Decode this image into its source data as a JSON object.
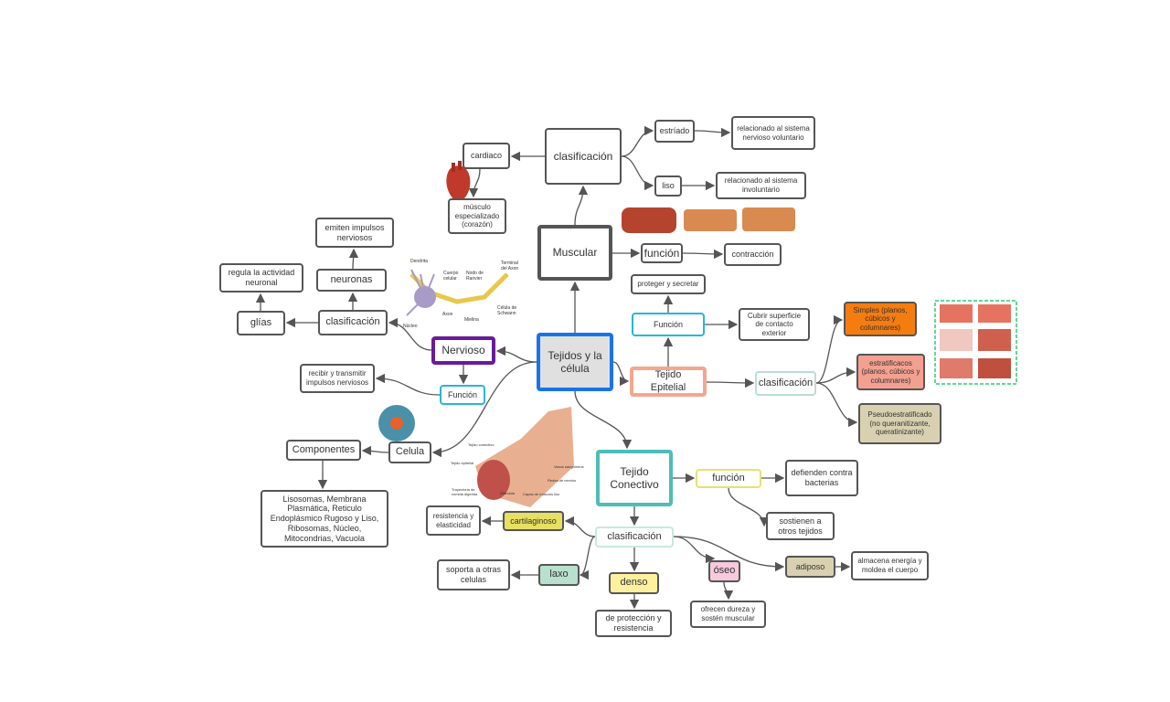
{
  "nodes": {
    "central": "Tejidos y la célula",
    "muscular": "Muscular",
    "clas_m": "clasificación",
    "cardiaco": "cardiaco",
    "musculo_esp": "músculo especializado (corazón)",
    "estriado": "estríado",
    "rel_vol": "relacionado al sistema nervioso voluntario",
    "liso": "liso",
    "rel_inv": "relacionado al sistema involuntario",
    "funcion_m": "función",
    "contraccion": "contracción",
    "nervioso": "Nervioso",
    "funcion_n": "Función",
    "recibir": "recibir y transmitir impulsos nerviosos",
    "clas_n": "clasificación",
    "glias": "glías",
    "regula": "regula la actividad neuronal",
    "neuronas": "neuronas",
    "emiten": "emiten impulsos nerviosos",
    "epitelial": "Tejido Epitelial",
    "funcion_e": "Función",
    "proteger": "proteger y secretar",
    "cubrir": "Cubrir superficie de contacto exterior",
    "clas_e": "clasificación",
    "simples": "Simples (planos, cúbicos y columnares)",
    "estrat": "estratificacos (planos, cúbicos y columnares)",
    "pseudo": "Pseudoestratificado (no queranitizante, queratinizante)",
    "celula": "Celula",
    "componentes": "Componentes",
    "lisosomas": "Lisosomas, Membrana Plasmática, Reticulo Endoplásmico Rugoso y Liso, Ribosomas, Núcleo, Mitocondrias, Vacuola",
    "conectivo": "Tejido Conectivo",
    "funcion_c": "función",
    "defienden": "defienden contra bacterias",
    "sostienen": "sostienen a otros tejidos",
    "clas_c": "clasificación",
    "cartilag": "cartilaginoso",
    "resistencia": "resistencia y elasticidad",
    "laxo": "laxo",
    "soporta": "soporta a otras celulas",
    "denso": "denso",
    "deprot": "de protección y resistencia",
    "oseo": "óseo",
    "ofrecen": "ofrecen dureza y sostén muscular",
    "adiposo": "adiposo",
    "almacena": "almacena energía y moldea el cuerpo"
  },
  "neuron_labels": [
    "Dendrita",
    "Cuerpo celular",
    "Nodo de Ranvier",
    "Terminal del Axon",
    "Axon",
    "Célula de Schwann",
    "Mielina",
    "Núcleo"
  ],
  "intestine_labels": [
    "Tejido conectivo",
    "Tejido epitelial",
    "Vasos sanguíneos",
    "Redes de nervios",
    "Trayectoria de comida digerida",
    "Glándula",
    "Capas de músculo liso"
  ],
  "colors": {
    "central_border": "#1a73e8",
    "nervioso": "#6a1b9a",
    "funcion": "#29b6d6",
    "epitelial": "#f4a690",
    "conectivo": "#4dbdb8",
    "simples": "#f57c0f",
    "estrat": "#f4a090",
    "pseudo": "#d8d0b0",
    "cartilag": "#e8e060",
    "laxo": "#b8e0cc",
    "denso": "#fff0a0",
    "oseo": "#f8c8dc",
    "adiposo": "#d8d0b0"
  }
}
